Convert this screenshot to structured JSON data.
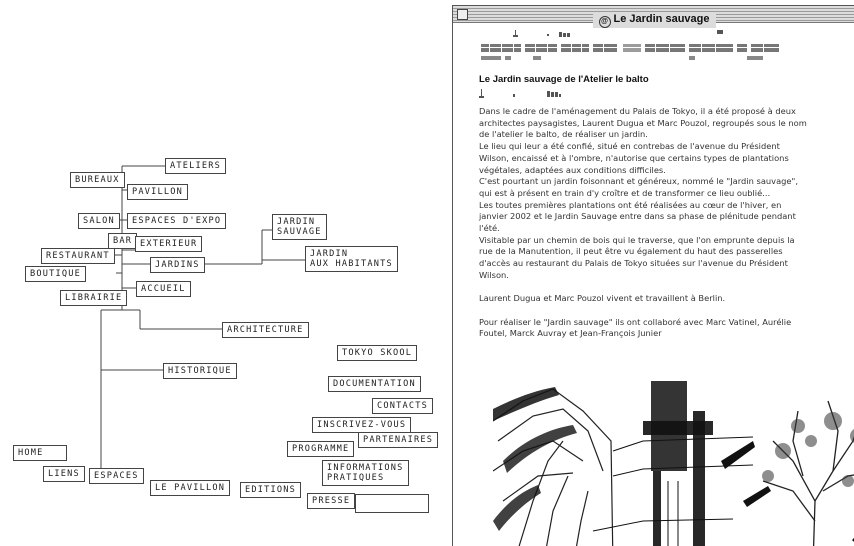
{
  "sitemap": {
    "nodes": {
      "ateliers": "ATELIERS",
      "bureaux": "BUREAUX",
      "pavillon": "PAVILLON",
      "salon": "SALON",
      "espaces_expo": "ESPACES D'EXPO",
      "bar": "BAR",
      "exterieur": "EXTERIEUR",
      "restaurant": "RESTAURANT",
      "jardins": "JARDINS",
      "boutique": "BOUTIQUE",
      "jardin_sauvage": "JARDIN\nSAUVAGE",
      "jardin_habitants": "JARDIN\nAUX HABITANTS",
      "accueil": "ACCUEIL",
      "librairie": "LIBRAIRIE",
      "architecture": "ARCHITECTURE",
      "tokyo_skool": "TOKYO SKOOL",
      "historique": "HISTORIQUE",
      "documentation": "DOCUMENTATION",
      "contacts": "CONTACTS",
      "inscrivez_vous": "INSCRIVEZ-VOUS",
      "partenaires": "PARTENAIRES",
      "home": "HOME",
      "programme": "PROGRAMME",
      "informations_pratiques": "INFORMATIONS\nPRATIQUES",
      "liens": "LIENS",
      "espaces": "ESPACES",
      "le_pavillon": "LE PAVILLON",
      "editions": "EDITIONS",
      "presse": "PRESSE",
      "search_box": ""
    }
  },
  "window": {
    "title": "Le Jardin sauvage",
    "heading": "Le Jardin sauvage de l'Atelier le balto",
    "paragraphs": [
      "Dans le cadre de l'aménagement du Palais de Tokyo, il a été proposé à deux",
      "architectes paysagistes, Laurent Dugua et Marc Pouzol, regroupés sous le nom",
      "de l'atelier le balto, de réaliser un jardin.",
      "Le lieu qui leur a été confié, situé en contrebas de l'avenue du Président",
      "Wilson, encaissé et à l'ombre, n'autorise que certains types de plantations",
      "végétales, adaptées aux conditions difficiles.",
      "C'est pourtant un jardin foisonnant et généreux, nommé le \"Jardin sauvage\",",
      "qui est à présent en train d'y croître et de transformer ce lieu oublié...",
      "Les toutes premières plantations ont été réalisées au cœur de l'hiver, en",
      "janvier 2002 et le Jardin Sauvage entre dans sa phase de plénitude pendant",
      "l'été.",
      "Visitable par un chemin de bois qui le traverse, que l'on emprunte depuis la",
      "rue de la Manutention, il peut être vu également du haut des passerelles",
      "d'accès au restaurant du Palais de Tokyo situées sur l'avenue du Président",
      "Wilson.",
      "",
      "Laurent Dugua et Marc Pouzol vivent et travaillent à Berlin.",
      "",
      "Pour réaliser le \"Jardin sauvage\" ils ont collaboré avec Marc Vatinel, Aurélie",
      "Foutel, Marck Auvray et Jean-François Junier"
    ]
  },
  "colors": {
    "line": "#444444",
    "titlebar": "#dcdcdc",
    "text": "#333333"
  }
}
